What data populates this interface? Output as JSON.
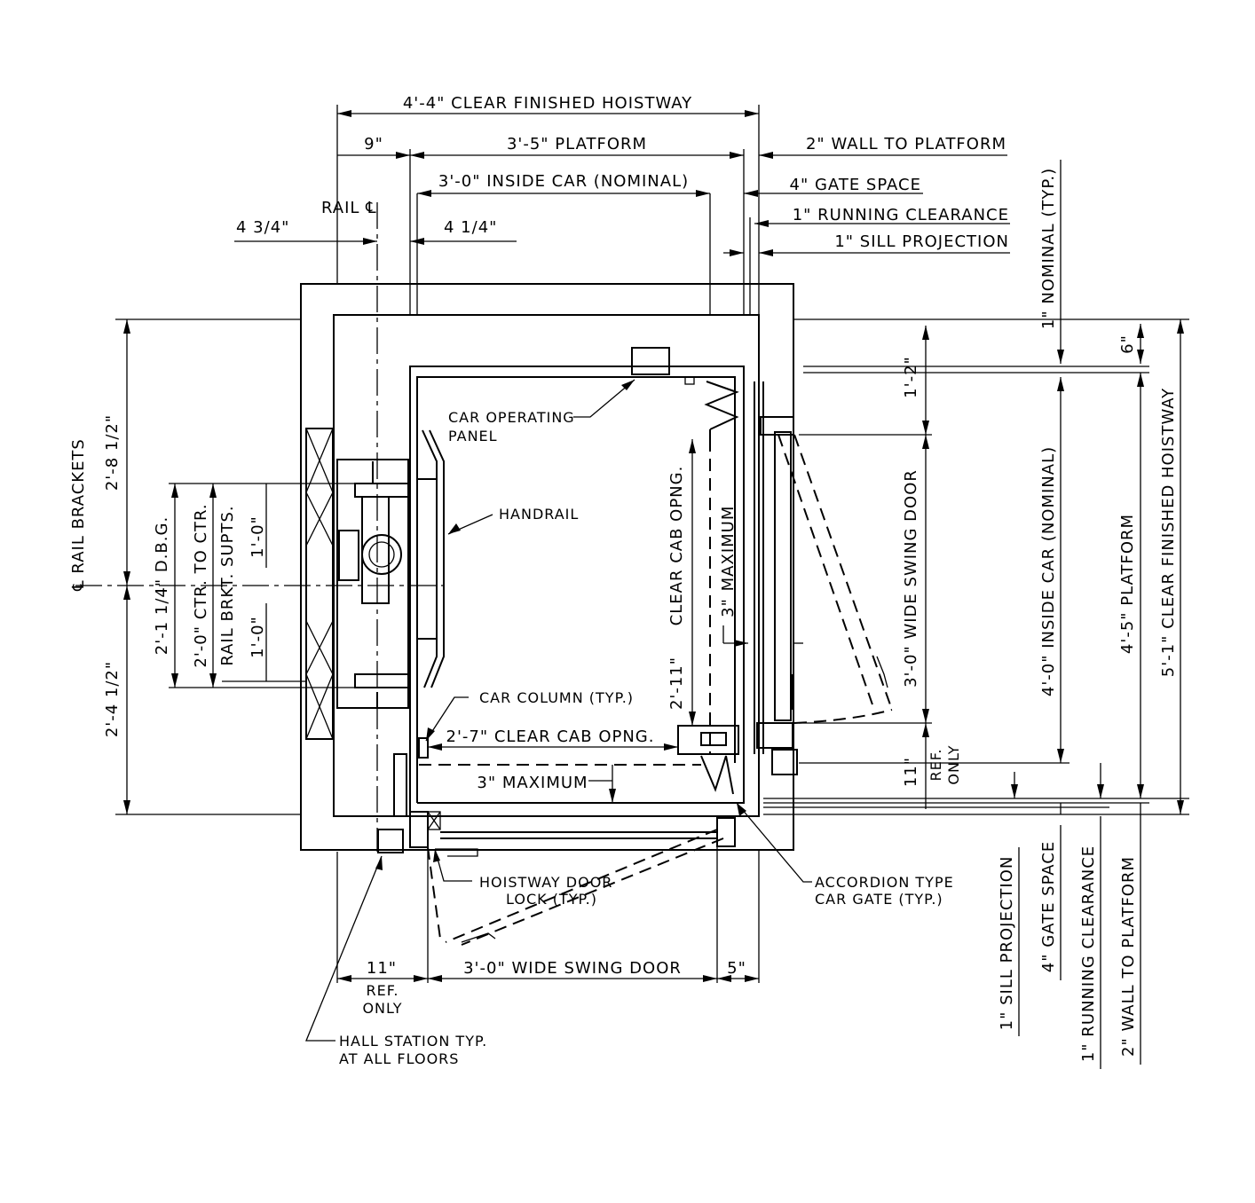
{
  "labels": {
    "clear_finished_hoistway_top": "4'-4\" CLEAR FINISHED HOISTWAY",
    "dim_9": "9\"",
    "platform_top": "3'-5\" PLATFORM",
    "wall_to_platform_top": "2\" WALL TO PLATFORM",
    "inside_car_top": "3'-0\" INSIDE CAR (NOMINAL)",
    "gate_space_top": "4\" GATE SPACE",
    "rail_cl": "RAIL ℄",
    "running_clearance_top": "1\" RUNNING CLEARANCE",
    "dim_4_3_4": "4 3/4\"",
    "dim_4_1_4": "4 1/4\"",
    "sill_projection_top": "1\" SILL PROJECTION",
    "nominal_typ": "1\" NOMINAL (TYP.)",
    "dim_6": "6\"",
    "dim_1_2": "1'-2\"",
    "car_operating_panel_1": "CAR OPERATING",
    "car_operating_panel_2": "PANEL",
    "handrail": "HANDRAIL",
    "clear_cab_opng_v": "CLEAR CAB OPNG.",
    "maximum_v": "MAXIMUM",
    "dim_3_v": "3\"",
    "wide_swing_door_right": "3'-0\" WIDE SWING DOOR",
    "inside_car_right": "4'-0\" INSIDE CAR (NOMINAL)",
    "platform_right": "4'-5\" PLATFORM",
    "clear_finished_hoistway_right": "5'-1\" CLEAR FINISHED HOISTWAY",
    "rail_brackets": "℄ RAIL BRACKETS",
    "dim_2_8_1_2": "2'-8 1/2\"",
    "dbg": "2'-1 1/4\" D.B.G.",
    "ctr_to_ctr": "2'-0\" CTR. TO CTR.",
    "rail_brkt_supts": "RAIL BRKT. SUPTS.",
    "dim_1_0_upper": "1'-0\"",
    "dim_1_0_lower": "1'-0\"",
    "dim_2_4_1_2": "2'-4 1/2\"",
    "dim_2_11": "2'-11\"",
    "car_column": "CAR COLUMN (TYP.)",
    "clear_cab_opng_h": "2'-7\" CLEAR CAB OPNG.",
    "maximum_h": "3\" MAXIMUM",
    "dim_11_right": "11\"",
    "ref_right": "REF.",
    "only_right": "ONLY",
    "hoistway_door_lock_1": "HOISTWAY DOOR",
    "hoistway_door_lock_2": "LOCK (TYP.)",
    "accordion_1": "ACCORDION TYPE",
    "accordion_2": "CAR GATE (TYP.)",
    "dim_11_bottom": "11\"",
    "ref_bottom": "REF.",
    "only_bottom": "ONLY",
    "wide_swing_door_bottom": "3'-0\" WIDE SWING DOOR",
    "dim_5": "5\"",
    "hall_station_1": "HALL STATION TYP.",
    "hall_station_2": "AT ALL FLOORS",
    "sill_projection_bottom": "1\" SILL PROJECTION",
    "gate_space_bottom": "4\" GATE SPACE",
    "running_clearance_bottom": "1\" RUNNING CLEARANCE",
    "wall_to_platform_bottom": "2\" WALL TO PLATFORM"
  }
}
